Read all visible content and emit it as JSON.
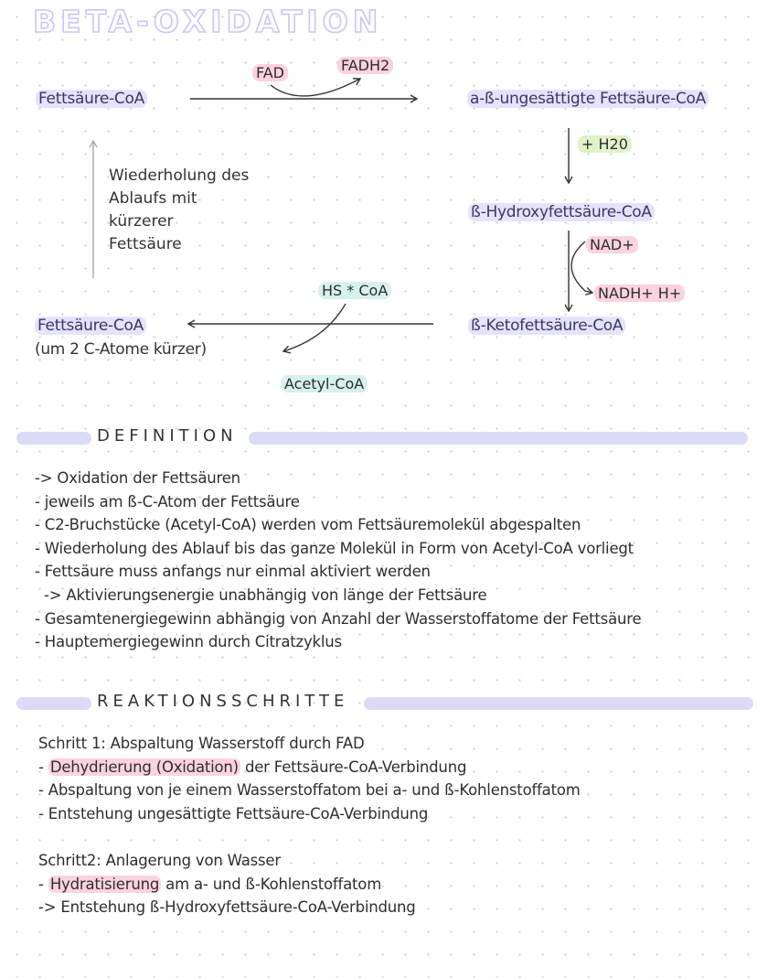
{
  "title": "BETA-OXIDATION",
  "diagram": {
    "node_fettsaeure_coa": "Fettsäure-CoA",
    "node_ungesaettigt": "a-ß-ungesättigte Fettsäure-CoA",
    "node_hydroxy": "ß-Hydroxyfettsäure-CoA",
    "node_keto": "ß-Ketofettsäure-CoA",
    "node_shortened_line1": "Fettsäure-CoA",
    "node_shortened_line2": "(um 2 C-Atome kürzer)",
    "label_fad": "FAD",
    "label_fadh2": "FADH2",
    "label_h2o": "+ H20",
    "label_nad": "NAD+",
    "label_nadh": "NADH+ H+",
    "label_hscoa": "HS * CoA",
    "label_acetyl": "Acetyl-CoA",
    "repeat_note": [
      "Wiederholung des",
      "Ablaufs mit",
      "kürzerer",
      "Fettsäure"
    ]
  },
  "definition": {
    "heading": "DEFINITION",
    "lines": [
      "-> Oxidation der Fettsäuren",
      "- jeweils am ß-C-Atom der Fettsäure",
      "- C2-Bruchstücke (Acetyl-CoA) werden vom Fettsäuremolekül abgespalten",
      "- Wiederholung des Ablauf bis das ganze Molekül in Form von Acetyl-CoA vorliegt",
      "- Fettsäure muss anfangs nur einmal aktiviert werden",
      "  -> Aktivierungsenergie unabhängig von länge der Fettsäure",
      "- Gesamtenergiegewinn abhängig von Anzahl der Wasserstoffatome der Fettsäure",
      "- Hauptemergiegewinn durch Citratzyklus"
    ]
  },
  "reaktion": {
    "heading": "REAKTIONSSCHRITTE",
    "step1_title": "Schritt 1: Abspaltung Wasserstoff durch FAD",
    "step1_l1_prefix": "- ",
    "step1_l1_mark": "Dehydrierung (Oxidation)",
    "step1_l1_rest": " der Fettsäure-CoA-Verbindung",
    "step1_l2": "- Abspaltung von je einem Wasserstoffatom bei a- und ß-Kohlenstoffatom",
    "step1_l3": "- Entstehung ungesättigte Fettsäure-CoA-Verbindung",
    "step2_title": "Schritt2: Anlagerung von Wasser",
    "step2_l1_prefix": "- ",
    "step2_l1_mark": "Hydratisierung",
    "step2_l1_rest": " am a- und ß-Kohlenstoffatom",
    "step2_l2": "-> Entstehung ß-Hydroxyfettsäure-CoA-Verbindung"
  }
}
